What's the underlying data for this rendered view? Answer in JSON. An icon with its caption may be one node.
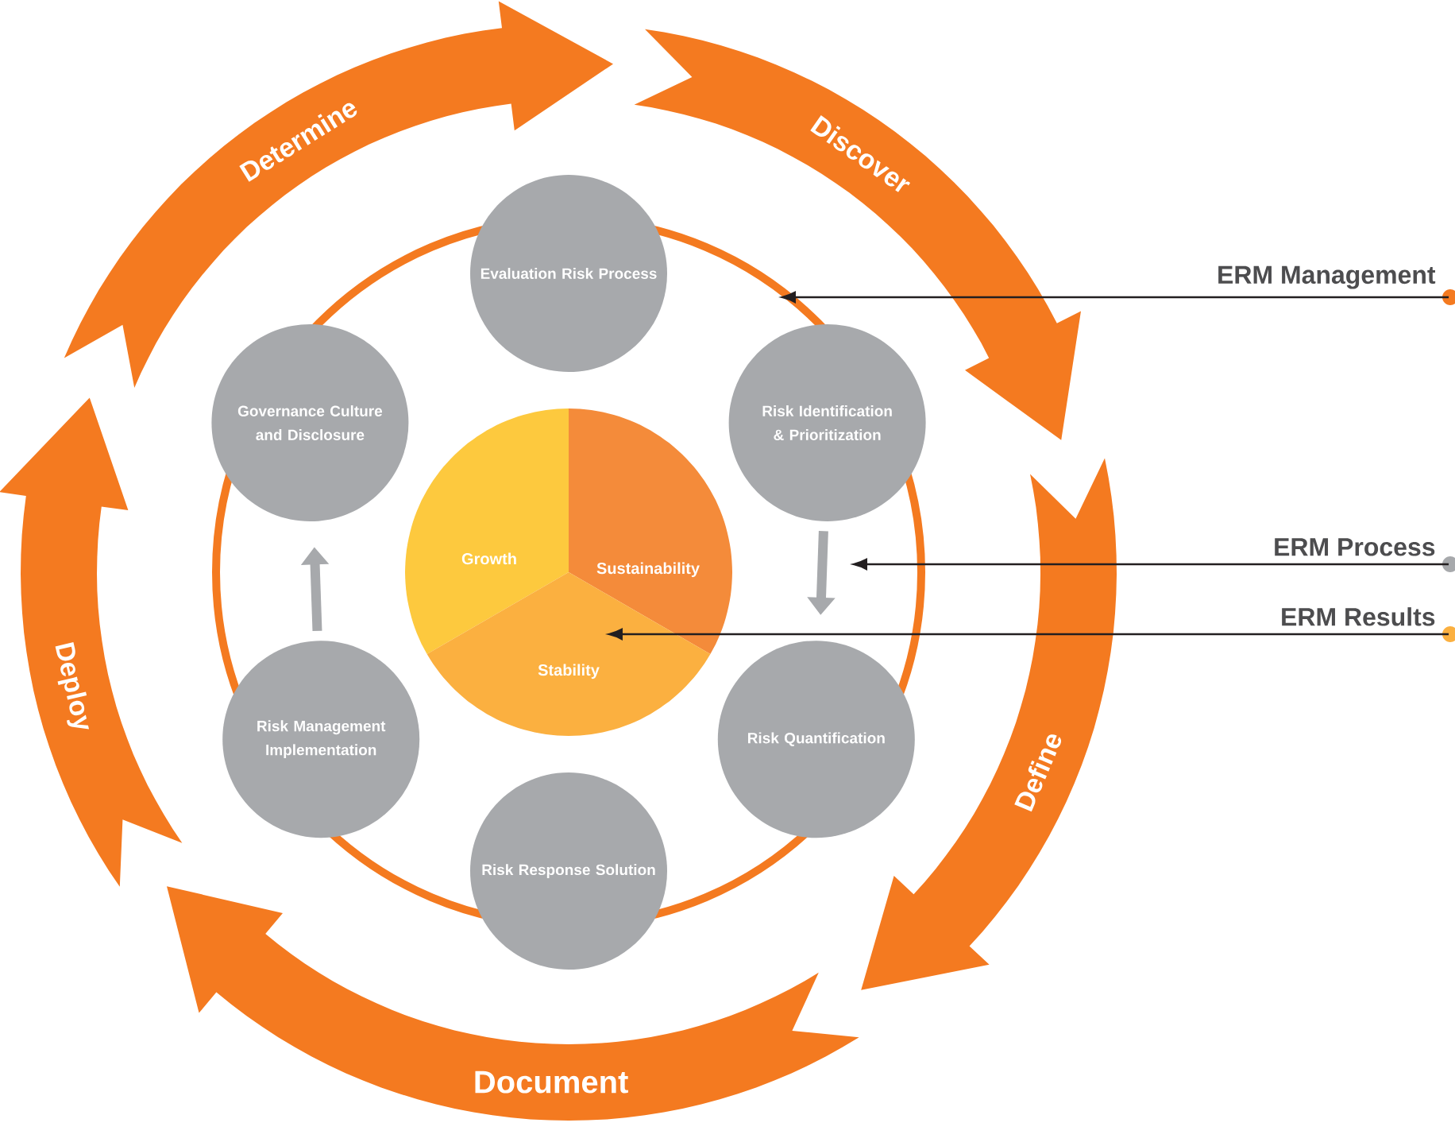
{
  "diagram": {
    "nodes": [
      {
        "text": [
          "Determine"
        ]
      },
      {
        "text": [
          "Discover"
        ]
      },
      {
        "text": [
          "Define"
        ]
      },
      {
        "text": [
          "Document"
        ]
      },
      {
        "text": [
          "Deploy"
        ]
      },
      {
        "text": [
          "Evaluation Risk Process"
        ]
      },
      {
        "text": [
          "Risk Identification & Prioritization"
        ]
      },
      {
        "text": [
          "Risk Quantification"
        ]
      },
      {
        "text": [
          "Risk Response Solution"
        ]
      },
      {
        "text": [
          "Risk Management Implementation"
        ]
      },
      {
        "text": [
          "Governance Culture and Disclosure"
        ]
      },
      {
        "text": [
          "Growth"
        ]
      },
      {
        "text": [
          "Sustainability"
        ]
      },
      {
        "text": [
          "Stability"
        ]
      },
      {
        "text": [
          "ERM Management"
        ]
      },
      {
        "text": [
          "ERM Process"
        ]
      },
      {
        "text": [
          "ERM Results"
        ]
      }
    ],
    "edges": [
      {
        "from": 6,
        "to": 7,
        "arrow": "to",
        "style": "thick",
        "color": "#a7a9ac"
      },
      {
        "from": 9,
        "to": 10,
        "arrow": "to",
        "style": "thick",
        "color": "#a7a9ac"
      },
      {
        "from": 14,
        "to": null,
        "arrow": "to"
      },
      {
        "from": 15,
        "to": null,
        "arrow": "to"
      },
      {
        "from": 16,
        "to": 13,
        "arrow": "to"
      }
    ]
  }
}
